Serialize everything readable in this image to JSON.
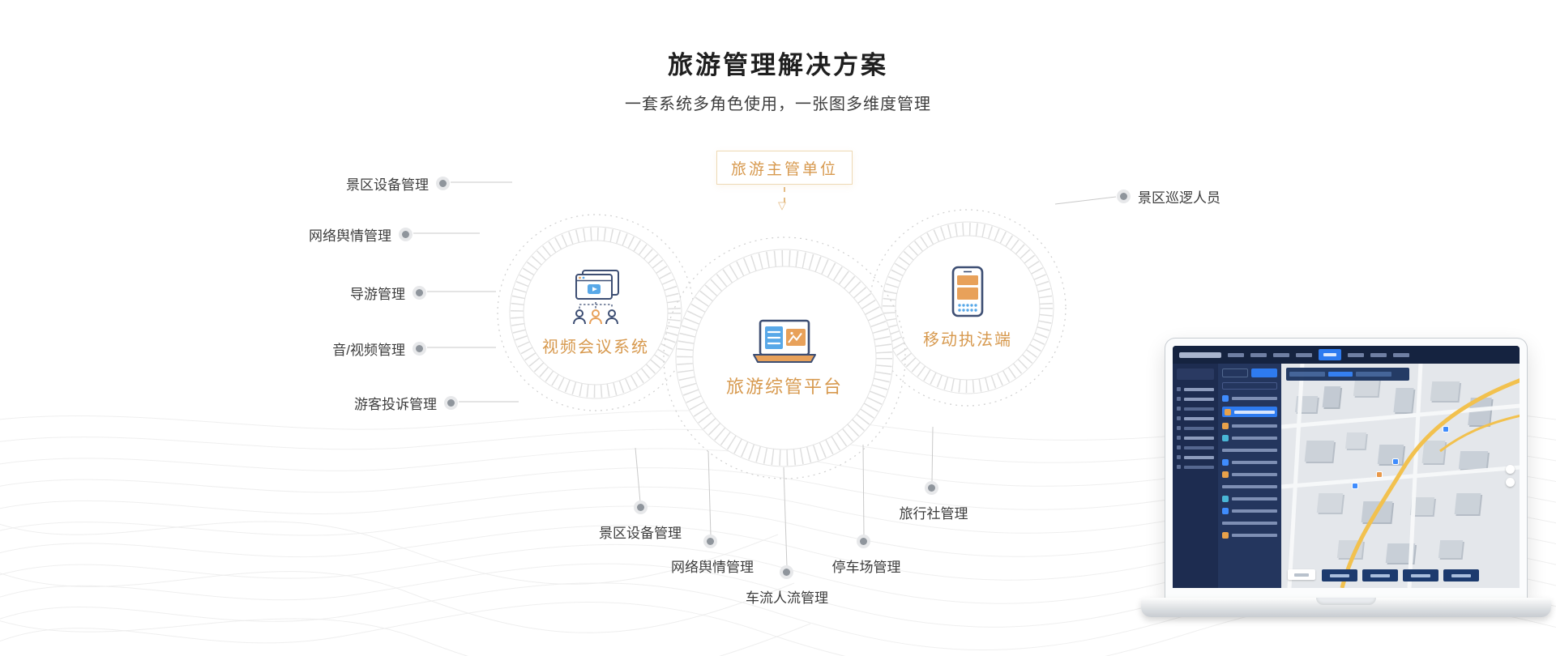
{
  "header": {
    "title": "旅游管理解决方案",
    "subtitle": "一套系统多角色使用，一张图多维度管理"
  },
  "diagram": {
    "authority_box": "旅游主管单位",
    "circles": {
      "video": {
        "label": "视频会议系统"
      },
      "platform": {
        "label": "旅游综管平台"
      },
      "mobile": {
        "label": "移动执法端"
      }
    },
    "left_labels": [
      "景区设备管理",
      "网络舆情管理",
      "导游管理",
      "音/视频管理",
      "游客投诉管理"
    ],
    "right_label": "景区巡逻人员",
    "bottom_labels": [
      "景区设备管理",
      "网络舆情管理",
      "车流人流管理",
      "停车场管理",
      "旅行社管理"
    ]
  },
  "icons": {
    "down_arrow": "▽"
  },
  "colors": {
    "accent_orange": "#d7994e",
    "icon_blue": "#58a8e8",
    "icon_navy": "#3d4e73",
    "highlight_blue": "#2e7bf0",
    "road_yellow": "#f2c14e",
    "line_gray": "#c9c9c9"
  }
}
